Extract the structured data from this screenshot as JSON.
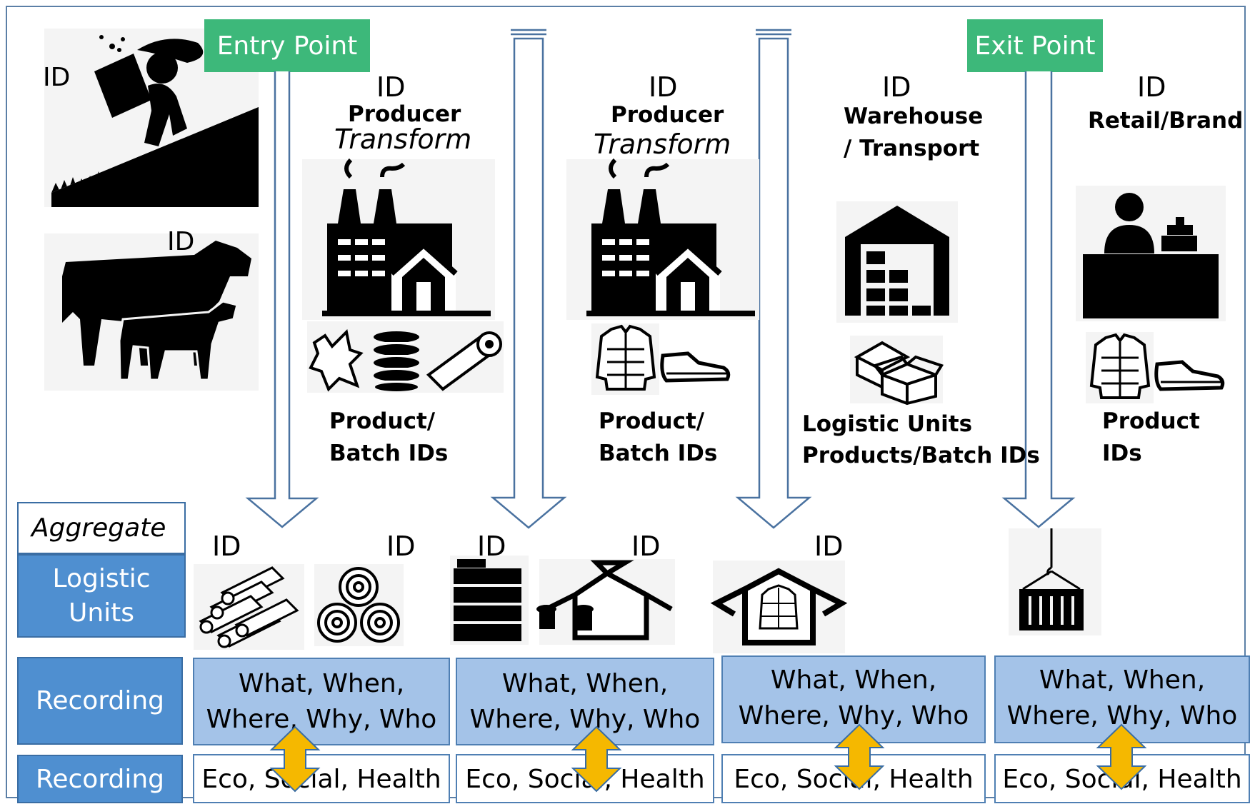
{
  "entry_point": "Entry Point",
  "exit_point": "Exit Point",
  "id": "ID",
  "stages": {
    "producer1": {
      "role": "Producer",
      "action": "Transform",
      "products": [
        "Product/",
        "Batch IDs"
      ]
    },
    "producer2": {
      "role": "Producer",
      "action": "Transform",
      "products": [
        "Product/",
        "Batch IDs"
      ]
    },
    "warehouse": {
      "role_lines": [
        "Warehouse",
        "/ Transport"
      ],
      "products": [
        "Logistic Units",
        "Products/Batch IDs"
      ]
    },
    "retail": {
      "role": "Retail/Brand",
      "products": [
        "Product",
        "IDs"
      ]
    }
  },
  "left_panel": {
    "aggregate": "Aggregate",
    "logistic_units": [
      "Logistic",
      "Units"
    ],
    "recording1": "Recording",
    "recording2": "Recording"
  },
  "recording_boxes": [
    {
      "line1": "What, When,",
      "line2": "Where, Why, Who"
    },
    {
      "line1": "What, When,",
      "line2": "Where, Why, Who"
    },
    {
      "line1": "What, When,",
      "line2": "Where, Why, Who"
    },
    {
      "line1": "What, When,",
      "line2": "Where, Why, Who"
    }
  ],
  "impact_boxes": [
    "Eco, Social, Health",
    "Eco, Social, Health",
    "Eco, Social, Health",
    "Eco, Social, Health"
  ],
  "colors": {
    "green": "#3db87a",
    "blue": "#4f8fd0",
    "light_blue": "#a4c3e8",
    "arrow_line": "#4a72a0",
    "gold": "#f5b800"
  }
}
